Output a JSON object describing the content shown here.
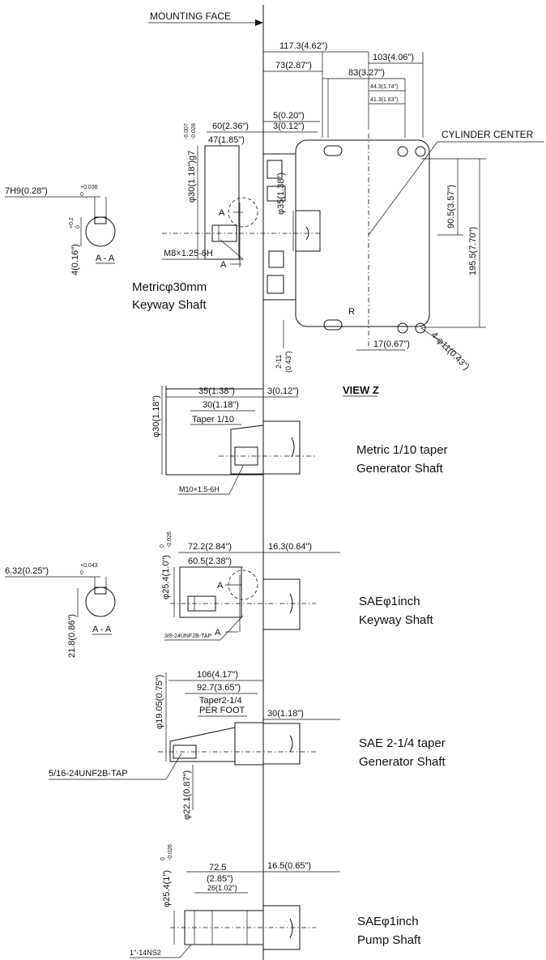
{
  "header": {
    "mounting_face": "MOUNTING FACE",
    "cylinder_center": "CYLINDER CENTER",
    "view_z": "VIEW Z"
  },
  "top_dims": {
    "d1": "117.3(4.62\")",
    "d2": "103(4.06\")",
    "d3": "73(2.87\")",
    "d4": "83(3.27\")",
    "d5": "44.3(1.74\")",
    "d6": "41.3(1.63\")",
    "d7": "5(0.20\")",
    "d8": "3(0.12\")",
    "d9": "60(2.36\")",
    "d10": "47(1.85\")"
  },
  "metric_keyway": {
    "dia": "φ30(1.18\")g7",
    "tol_up": "-0.007",
    "tol_low": "-0.028",
    "inner_dia": "φ35(1.38\")",
    "thread": "M8×1.25-6H",
    "section_arrow": "A",
    "key_width": "7H9(0.28\")",
    "key_tol_up": "+0.036",
    "key_tol_low": "0",
    "key_depth": "4(0.16\")",
    "depth_tol_up": "+0.2",
    "depth_tol_low": "0",
    "section": "A - A",
    "caption_line1": "Metricφ30mm",
    "caption_line2": "Keyway Shaft"
  },
  "view_z_dims": {
    "h1": "90.5(3.57\")",
    "h2": "195.5(7.70\")",
    "r": "R",
    "holes": "4-φ11(0.43\")",
    "d1": "2-11",
    "d1b": "(0.43\")",
    "d2": "17(0.67\")"
  },
  "metric_taper": {
    "dia": "φ30(1.18\")",
    "l1": "35(1.38\")",
    "l2": "30(1.18\")",
    "l3": "3(0.12\")",
    "taper": "Taper 1/10",
    "thread": "M10×1.5-6H",
    "caption_line1": "Metric 1/10 taper",
    "caption_line2": "Generator Shaft"
  },
  "sae_keyway": {
    "dia": "φ25.4(1.0\")",
    "dia_tol_up": "0",
    "dia_tol_low": "-0.026",
    "l1": "72.2(2.84\")",
    "l2": "16.3(0.64\")",
    "l3": "60.5(2.38\")",
    "key_width": "6.32(0.25\")",
    "key_tol_up": "+0.043",
    "key_tol_low": "0",
    "key_depth": "21.8(0.86\")",
    "section": "A - A",
    "section_arrow": "A",
    "thread": "3/8-24UNF2B-TAP",
    "caption_line1": "SAEφ1inch",
    "caption_line2": "Keyway Shaft"
  },
  "sae_taper": {
    "dia": "φ19.05(0.75\")",
    "l1": "106(4.17\")",
    "l2": "92.7(3.65\")",
    "taper_line1": "Taper2-1/4",
    "taper_line2": "PER FOOT",
    "l3": "30(1.18\")",
    "thread": "5/16-24UNF2B-TAP",
    "dia2": "φ22.1(0.87\")",
    "caption_line1": "SAE 2-1/4 taper",
    "caption_line2": "Generator Shaft"
  },
  "sae_pump": {
    "dia": "φ25.4(1\")",
    "dia_tol_up": "0",
    "dia_tol_low": "-0.026",
    "l1": "72.5",
    "l1b": "(2.85\")",
    "l2": "16.5(0.65\")",
    "l3": "26(1.02\")",
    "thread": "1\"-14NS2",
    "caption_line1": "SAEφ1inch",
    "caption_line2": "Pump Shaft"
  }
}
